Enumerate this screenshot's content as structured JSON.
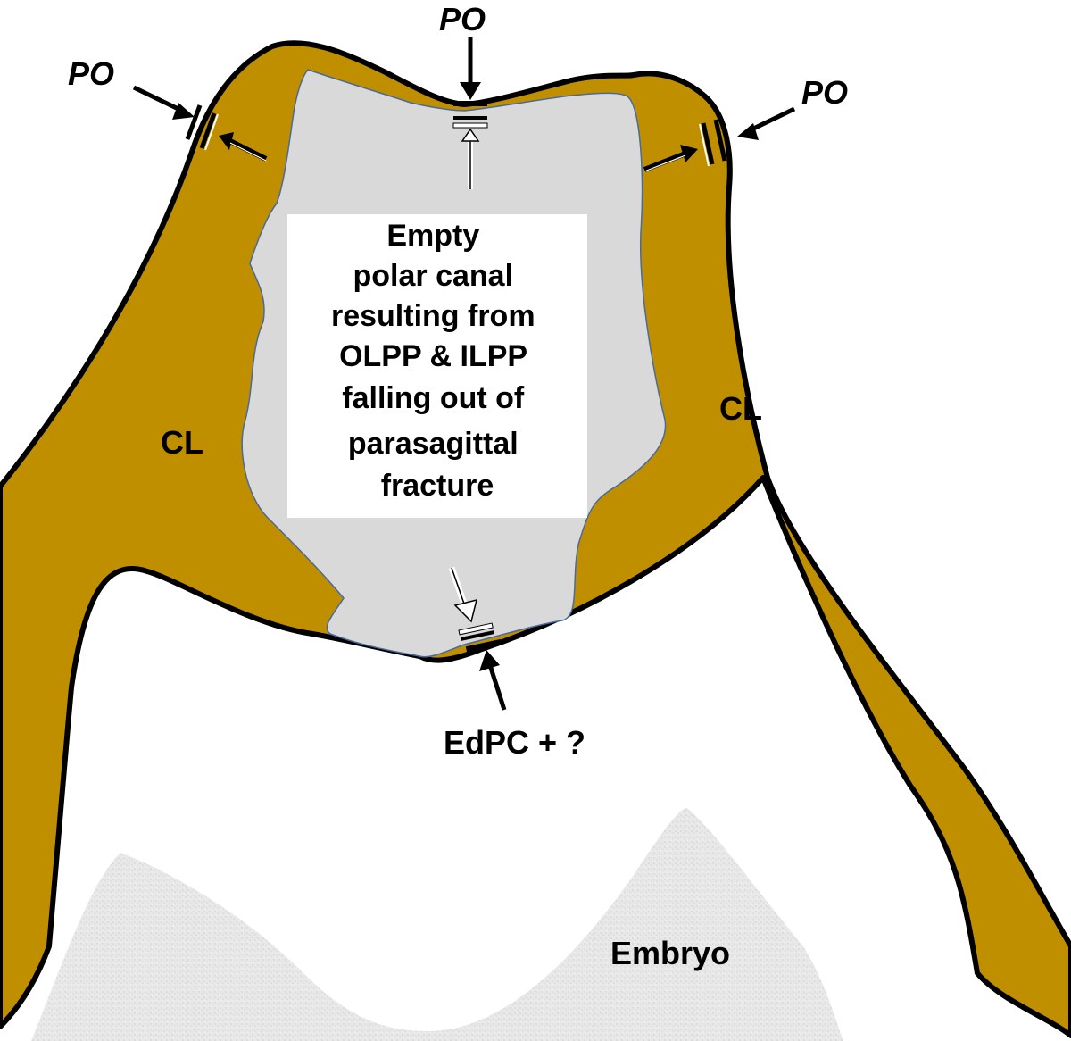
{
  "labels": {
    "po_top": "PO",
    "po_left": "PO",
    "po_right": "PO",
    "cl_left": "CL",
    "cl_right": "CL",
    "edpc": "EdPC + ?",
    "embryo": "Embryo"
  },
  "center_box_lines": [
    "Empty",
    "polar canal",
    "resulting from",
    "OLPP & ILPP",
    "falling out of",
    "parasagittal",
    "fracture"
  ],
  "colors": {
    "tissue": "#bf8f00",
    "outline": "#000000",
    "canal_edge": "#d9d9d9",
    "canal_center": "#000000",
    "canal_border": "#4a6a9a",
    "embryo": "#e6e6e6"
  },
  "icons": {
    "arrow_in": "arrow-icon",
    "arrow_out": "hollow-arrow-icon",
    "pore_marker": "double-bar-icon"
  }
}
